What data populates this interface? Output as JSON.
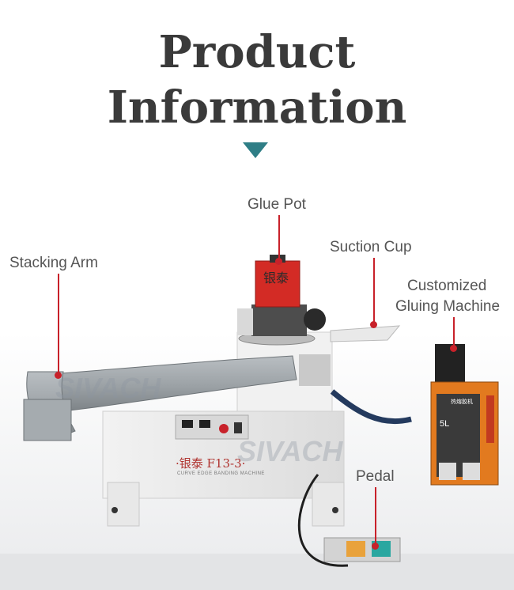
{
  "heading": {
    "line1": "Product",
    "line2": "Information"
  },
  "labels": {
    "glue_pot": "Glue Pot",
    "suction_cup": "Suction Cup",
    "stacking_arm": "Stacking Arm",
    "customized_line1": "Customized",
    "customized_line2": "Gluing Machine",
    "pedal": "Pedal"
  },
  "machine": {
    "brand": "·银泰 F13-3·",
    "subtitle": "CURVE EDGE BANDING MACHINE",
    "watermark1": "SIVACH",
    "watermark2": "SIVACH",
    "pot_text": "银泰",
    "gluer_head": "热熔胶机",
    "gluer_capacity": "5L"
  },
  "colors": {
    "accent_triangle": "#2f7e86",
    "callout": "#c8212a",
    "title": "#3a3a3a"
  }
}
